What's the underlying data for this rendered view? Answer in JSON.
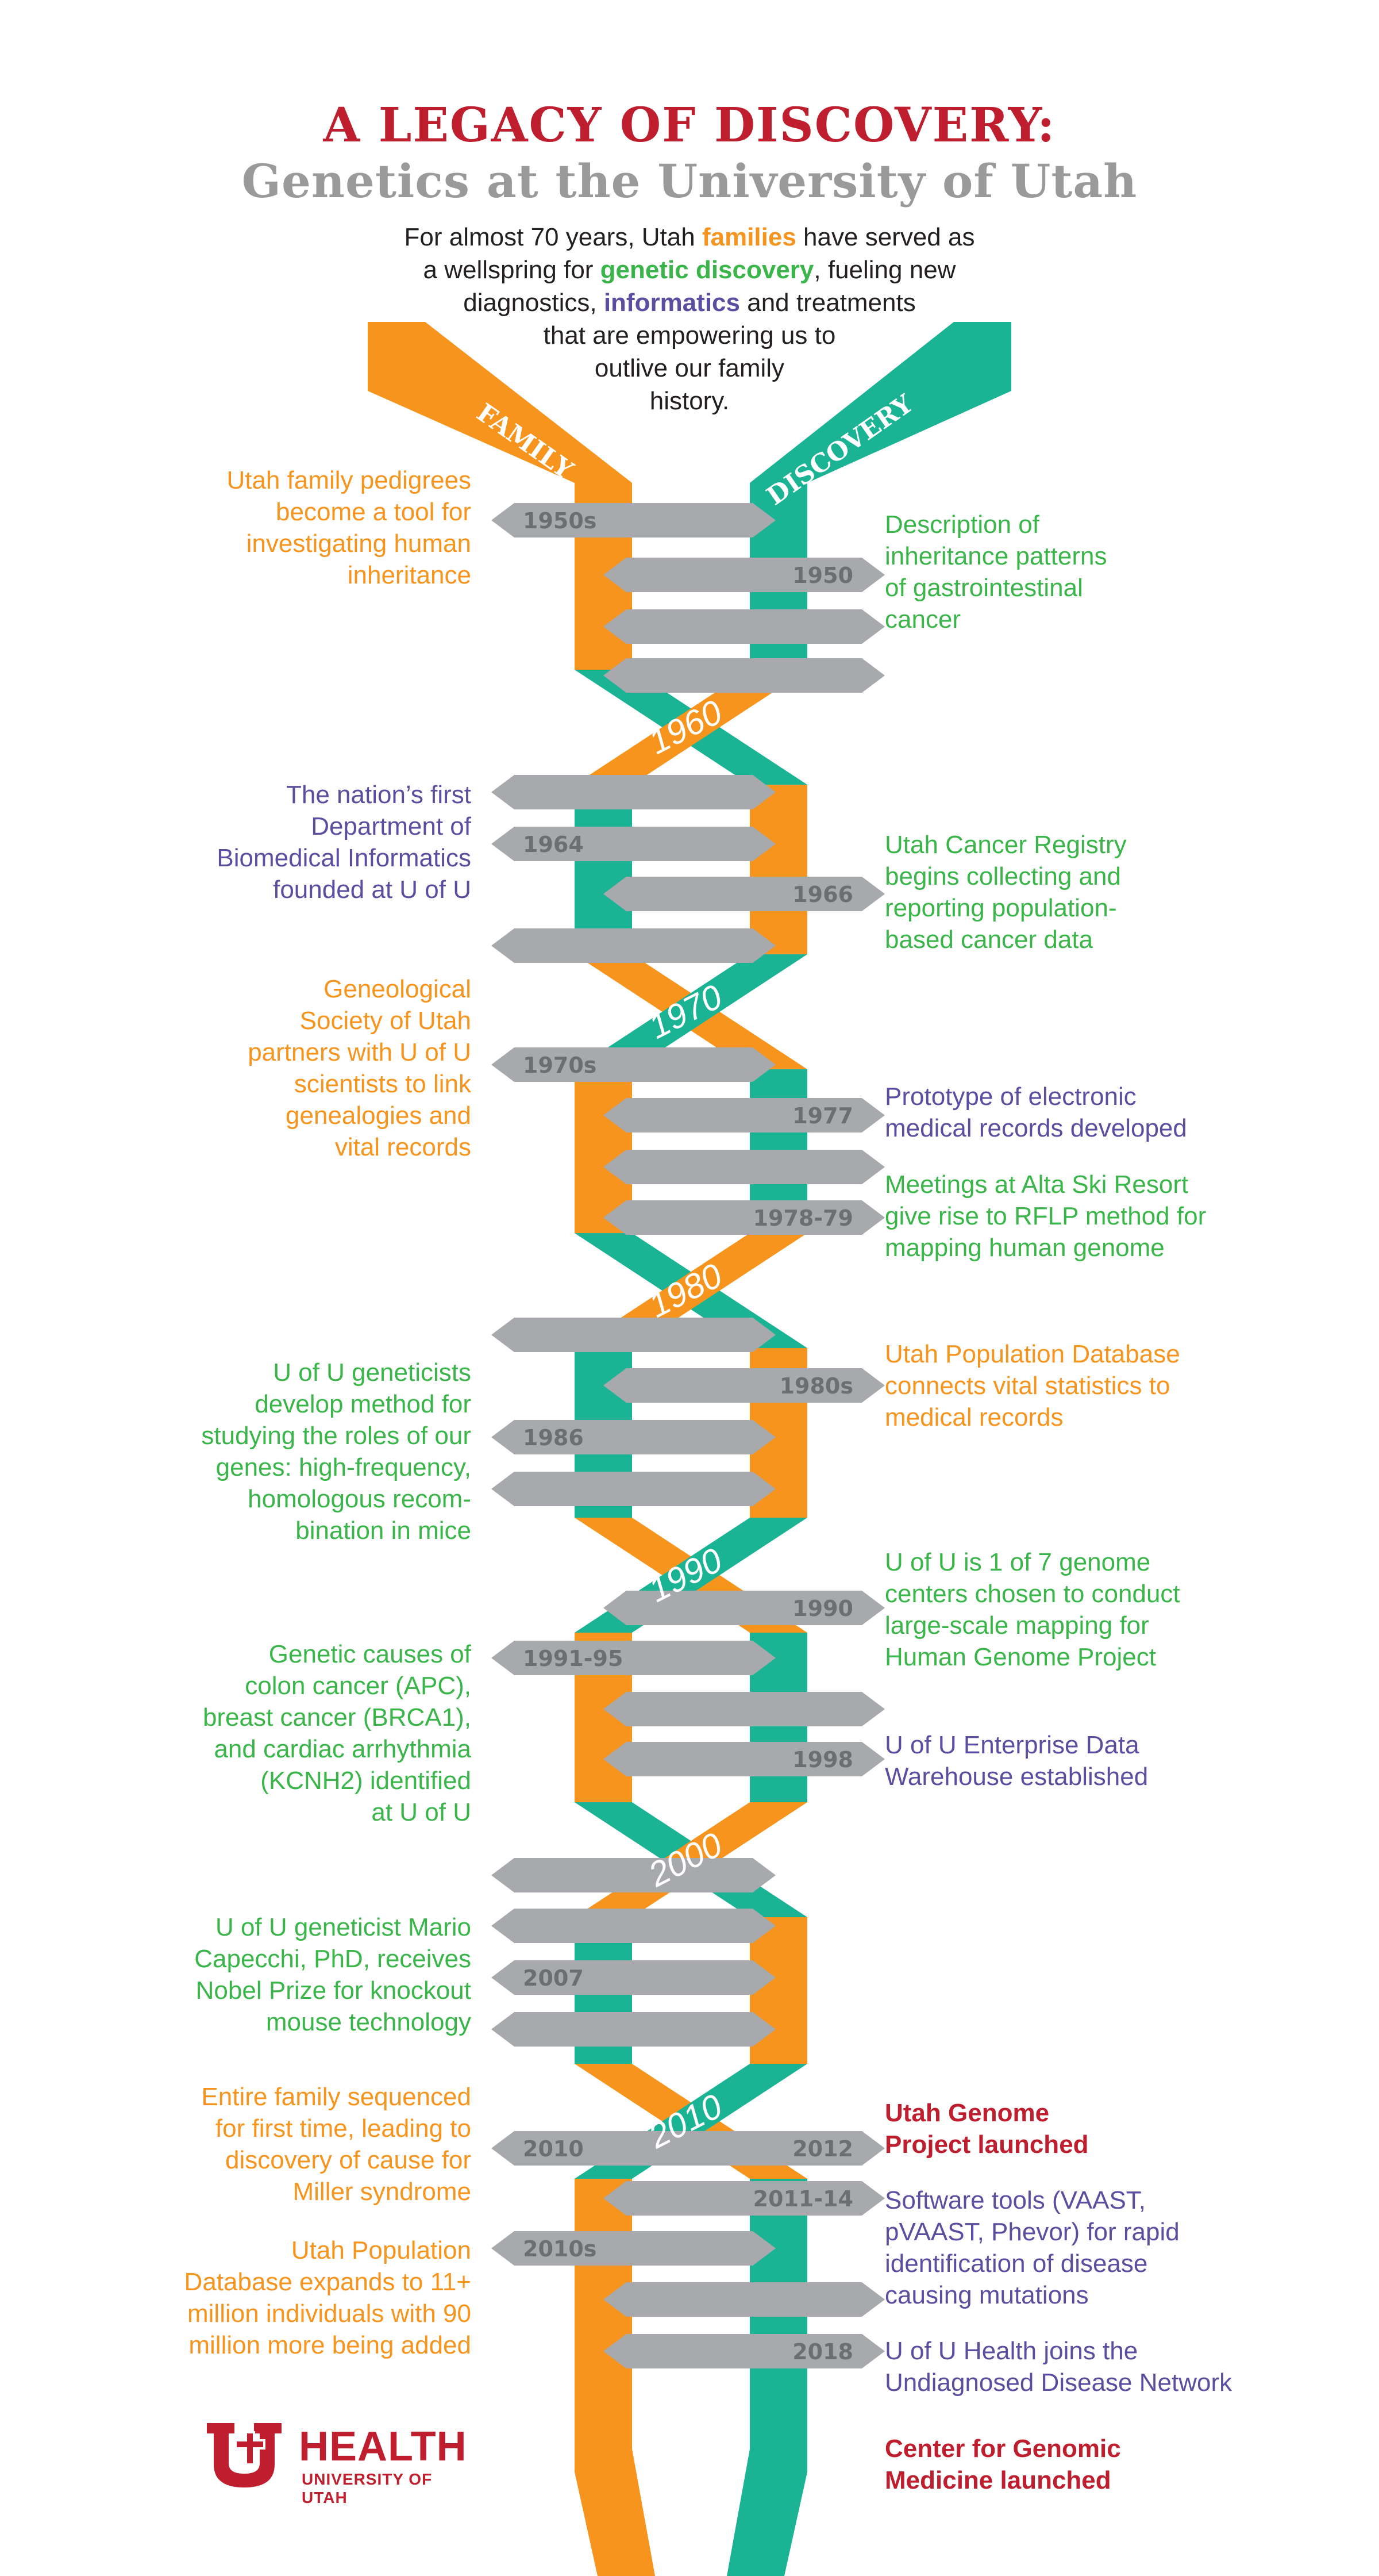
{
  "header": {
    "title": "A LEGACY OF DISCOVERY:",
    "subtitle": "Genetics at the University of Utah"
  },
  "intro": {
    "l1a": "For almost 70 years, Utah ",
    "l1b": "families",
    "l1c": " have served as",
    "l2a": "a wellspring for ",
    "l2b": "genetic discovery",
    "l2c": ", fueling new",
    "l3a": "diagnostics, ",
    "l3b": "informatics",
    "l3c": " and treatments",
    "l4": "that are empowering us to",
    "l5": "outlive our family",
    "l6": "history."
  },
  "helix": {
    "left_strand_label": "FAMILY",
    "right_strand_label": "DISCOVERY",
    "colors": {
      "orange": "#f7941d",
      "teal": "#1ab394",
      "green": "#3ab54a",
      "gray": "#a7a9ac"
    },
    "decades": [
      "1960",
      "1970",
      "1980",
      "1990",
      "2000",
      "2010"
    ],
    "rungs": [
      {
        "label": "1950s",
        "side": "left"
      },
      {
        "label": "1950",
        "side": "right"
      },
      {
        "label": "",
        "side": "right"
      },
      {
        "label": "",
        "side": "right"
      },
      {
        "label": "",
        "side": "left"
      },
      {
        "label": "1964",
        "side": "left"
      },
      {
        "label": "1966",
        "side": "right"
      },
      {
        "label": "",
        "side": "left"
      },
      {
        "label": "1970s",
        "side": "left"
      },
      {
        "label": "1977",
        "side": "right"
      },
      {
        "label": "",
        "side": "right"
      },
      {
        "label": "1978-79",
        "side": "right"
      },
      {
        "label": "",
        "side": "left"
      },
      {
        "label": "1980s",
        "side": "right"
      },
      {
        "label": "1986",
        "side": "left"
      },
      {
        "label": "",
        "side": "left"
      },
      {
        "label": "1990",
        "side": "right"
      },
      {
        "label": "1991-95",
        "side": "left"
      },
      {
        "label": "",
        "side": "right"
      },
      {
        "label": "1998",
        "side": "right"
      },
      {
        "label": "",
        "side": "left"
      },
      {
        "label": "",
        "side": "left"
      },
      {
        "label": "2007",
        "side": "left"
      },
      {
        "label": "",
        "side": "left"
      },
      {
        "label": "2010|2012",
        "side": "both"
      },
      {
        "label": "2011-14",
        "side": "right"
      },
      {
        "label": "2010s",
        "side": "left"
      },
      {
        "label": "",
        "side": "right"
      },
      {
        "label": "2018",
        "side": "right"
      }
    ]
  },
  "events_left": [
    {
      "lines": [
        "Utah family pedigrees",
        "become a tool for",
        "investigating human",
        "inheritance"
      ],
      "color": "orange"
    },
    {
      "lines": [
        "The nation’s first",
        "Department of",
        "Biomedical Informatics",
        "founded at U of U"
      ],
      "color": "purple"
    },
    {
      "lines": [
        "Geneological",
        "Society of Utah",
        "partners with U of U",
        "scientists to link",
        "genealogies and",
        "vital records"
      ],
      "color": "orange"
    },
    {
      "lines": [
        "U of U geneticists",
        "develop method for",
        "studying the roles of our",
        "genes: high-frequency,",
        "homologous recom-",
        "bination in mice"
      ],
      "color": "green"
    },
    {
      "lines": [
        "Genetic causes of",
        "colon cancer (APC),",
        "breast cancer (BRCA1),",
        "and cardiac arrhythmia",
        "(KCNH2) identified",
        "at U of U"
      ],
      "color": "green"
    },
    {
      "lines": [
        "U of U geneticist Mario",
        "Capecchi, PhD, receives",
        "Nobel Prize for knockout",
        "mouse technology"
      ],
      "color": "green"
    },
    {
      "lines": [
        "Entire family sequenced",
        "for first time, leading to",
        "discovery of cause for",
        "Miller syndrome"
      ],
      "color": "orange"
    },
    {
      "lines": [
        "Utah Population",
        "Database expands to 11+",
        "million individuals with 90",
        "million more being added"
      ],
      "color": "orange"
    }
  ],
  "events_right": [
    {
      "lines": [
        "Description of",
        "inheritance patterns",
        "of gastrointestinal",
        "cancer"
      ],
      "color": "green"
    },
    {
      "lines": [
        "Utah Cancer Registry",
        "begins collecting and",
        "reporting population-",
        "based cancer data"
      ],
      "color": "green"
    },
    {
      "lines": [
        "Prototype of electronic",
        "medical records developed"
      ],
      "color": "purple"
    },
    {
      "lines": [
        "Meetings at Alta Ski Resort",
        "give rise to RFLP method for",
        "mapping human genome"
      ],
      "color": "green"
    },
    {
      "lines": [
        "Utah Population Database",
        "connects vital statistics to",
        "medical records"
      ],
      "color": "orange"
    },
    {
      "lines": [
        "U of U is 1 of 7 genome",
        "centers chosen to conduct",
        "large-scale mapping for",
        "Human Genome Project"
      ],
      "color": "green"
    },
    {
      "lines": [
        "U of U Enterprise Data",
        "Warehouse established"
      ],
      "color": "purple"
    },
    {
      "lines": [
        "Utah Genome",
        "Project launched"
      ],
      "color": "red"
    },
    {
      "lines": [
        "Software tools (VAAST,",
        "pVAAST, Phevor) for rapid",
        "identification of disease",
        "causing mutations"
      ],
      "color": "purple"
    },
    {
      "lines": [
        "U of U Health joins the",
        "Undiagnosed Disease Network"
      ],
      "color": "purple"
    },
    {
      "lines": [
        "Center for Genomic",
        "Medicine launched"
      ],
      "color": "red"
    }
  ],
  "logo": {
    "name": "HEALTH",
    "sub": "UNIVERSITY OF UTAH",
    "lettermark": "U"
  }
}
